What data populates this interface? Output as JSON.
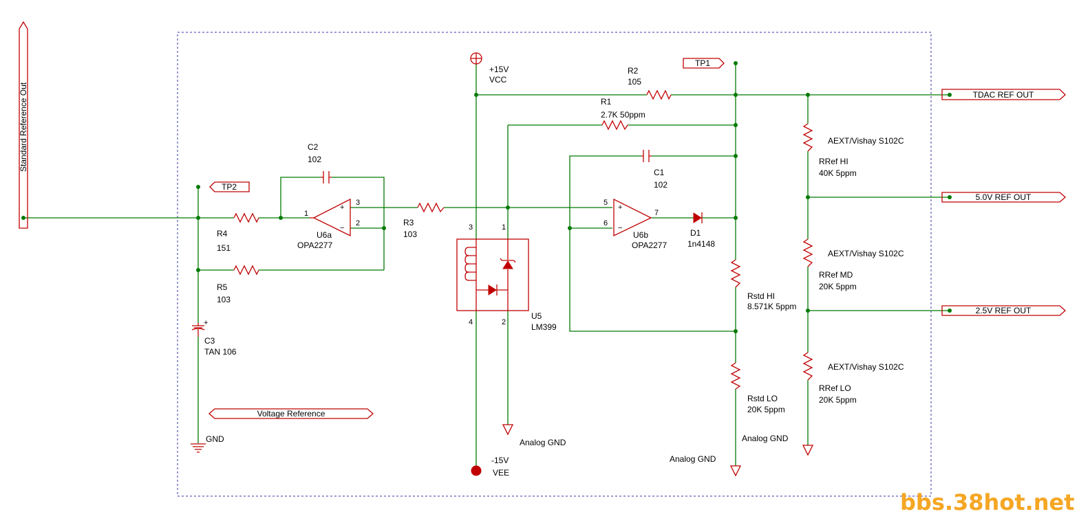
{
  "ports": {
    "std_ref_out": "Standard Reference Out",
    "tdac_ref_out": "TDAC REF OUT",
    "ref_5v_out": "5.0V REF OUT",
    "ref_2v5_out": "2.5V REF OUT",
    "voltage_ref": "Voltage Reference",
    "tp1": "TP1",
    "tp2": "TP2"
  },
  "power": {
    "vcc_value": "+15V",
    "vcc_name": "VCC",
    "vee_value": "-15V",
    "vee_name": "VEE",
    "gnd": "GND",
    "analog_gnd": "Analog GND"
  },
  "components": {
    "r1": {
      "ref": "R1",
      "value": "2.7K 50ppm"
    },
    "r2": {
      "ref": "R2",
      "value": "105"
    },
    "r3": {
      "ref": "R3",
      "value": "103"
    },
    "r4": {
      "ref": "R4",
      "value": "151"
    },
    "r5": {
      "ref": "R5",
      "value": "103"
    },
    "c1": {
      "ref": "C1",
      "value": "102"
    },
    "c2": {
      "ref": "C2",
      "value": "102"
    },
    "c3": {
      "ref": "C3",
      "value": "TAN 106"
    },
    "u6a": {
      "ref": "U6a",
      "value": "OPA2277"
    },
    "u6b": {
      "ref": "U6b",
      "value": "OPA2277"
    },
    "u5": {
      "ref": "U5",
      "value": "LM399"
    },
    "d1": {
      "ref": "D1",
      "value": "1n4148"
    },
    "rstd_hi": {
      "ref": "Rstd HI",
      "value": "8.571K 5ppm"
    },
    "rstd_lo": {
      "ref": "Rstd LO",
      "value": "20K 5ppm"
    },
    "rref_hi": {
      "maker": "AEXT/Vishay S102C",
      "ref": "RRef HI",
      "value": "40K 5ppm"
    },
    "rref_md": {
      "maker": "AEXT/Vishay S102C",
      "ref": "RRef MD",
      "value": "20K 5ppm"
    },
    "rref_lo": {
      "maker": "AEXT/Vishay S102C",
      "ref": "RRef LO",
      "value": "20K 5ppm"
    }
  },
  "pins": {
    "u6a_in_plus": "3",
    "u6a_in_minus": "2",
    "u6a_out": "1",
    "u6b_in_plus": "5",
    "u6b_in_minus": "6",
    "u6b_out": "7",
    "u5_p3": "3",
    "u5_p1": "1",
    "u5_p4": "4",
    "u5_p2": "2",
    "plus": "+",
    "minus": "−",
    "c3_plus": "+"
  },
  "watermark": "bbs.38hot.net",
  "colors": {
    "wire": "#007a00",
    "component": "#c00000",
    "frame": "#3333aa",
    "watermark": "#f5a623"
  }
}
